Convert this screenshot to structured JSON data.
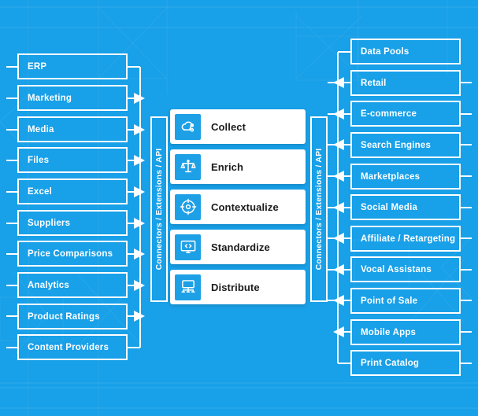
{
  "theme": {
    "background": "#18a0e8",
    "line": "#ffffff",
    "card_bg": "#ffffff",
    "icon_tile": "#1ea0e6",
    "card_text": "#1b1b1b"
  },
  "left_column": {
    "name": "data-sources",
    "items": [
      {
        "label": "ERP"
      },
      {
        "label": "Marketing"
      },
      {
        "label": "Media"
      },
      {
        "label": "Files"
      },
      {
        "label": "Excel"
      },
      {
        "label": "Suppliers"
      },
      {
        "label": "Price Comparisons"
      },
      {
        "label": "Analytics"
      },
      {
        "label": "Product Ratings"
      },
      {
        "label": "Content Providers"
      }
    ]
  },
  "left_bar": {
    "label": "Connectors / Extensions / API"
  },
  "right_bar": {
    "label": "Connectors / Extensions / API"
  },
  "center": {
    "name": "process-pipeline",
    "steps": [
      {
        "label": "Collect",
        "icon": "cloud-share-icon"
      },
      {
        "label": "Enrich",
        "icon": "scales-balance-icon"
      },
      {
        "label": "Contextualize",
        "icon": "crosshair-target-icon"
      },
      {
        "label": "Standardize",
        "icon": "monitor-code-icon"
      },
      {
        "label": "Distribute",
        "icon": "monitor-network-icon"
      }
    ]
  },
  "right_column": {
    "name": "distribution-channels",
    "items": [
      {
        "label": "Data Pools"
      },
      {
        "label": "Retail"
      },
      {
        "label": "E-commerce"
      },
      {
        "label": "Search Engines"
      },
      {
        "label": "Marketplaces"
      },
      {
        "label": "Social Media"
      },
      {
        "label": "Affiliate / Retargeting"
      },
      {
        "label": "Vocal Assistans"
      },
      {
        "label": "Point of Sale"
      },
      {
        "label": "Mobile Apps"
      },
      {
        "label": "Print Catalog"
      }
    ]
  }
}
